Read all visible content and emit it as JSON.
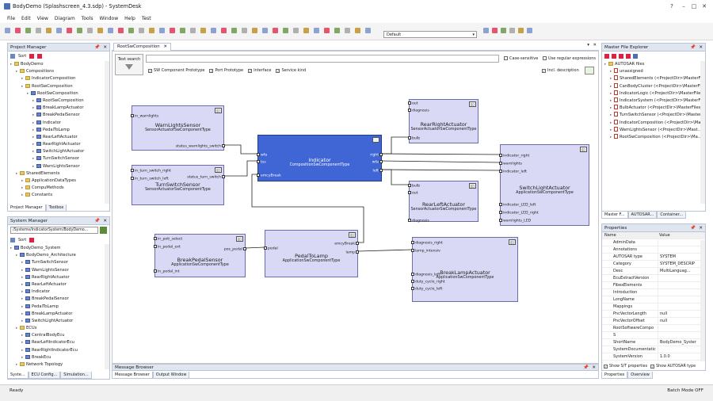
{
  "window": {
    "title": "BodyDemo (Splashscreen_4.3.sdp) - SystemDesk"
  },
  "menu": [
    "File",
    "Edit",
    "View",
    "Diagram",
    "Tools",
    "Window",
    "Help",
    "Test"
  ],
  "toolbar": {
    "default_select": "Default"
  },
  "project_manager": {
    "title": "Project Manager",
    "sort": "Sort",
    "items": [
      {
        "label": "BodyDemo",
        "level": 0,
        "icon": "folder"
      },
      {
        "label": "Compositions",
        "level": 1,
        "icon": "folder"
      },
      {
        "label": "IndicatorComposition",
        "level": 2,
        "icon": "folder"
      },
      {
        "label": "RootSwComposition",
        "level": 2,
        "icon": "folder"
      },
      {
        "label": "RootSwComposition",
        "level": 3,
        "icon": "component"
      },
      {
        "label": "RootSwComposition",
        "level": 4,
        "icon": "component"
      },
      {
        "label": "BreakLampActuator",
        "level": 4,
        "icon": "component"
      },
      {
        "label": "BreakPedalSensor",
        "level": 4,
        "icon": "component"
      },
      {
        "label": "Indicator",
        "level": 4,
        "icon": "component"
      },
      {
        "label": "PedalToLamp",
        "level": 4,
        "icon": "component"
      },
      {
        "label": "RearLeftActuator",
        "level": 4,
        "icon": "component"
      },
      {
        "label": "RearRightActuator",
        "level": 4,
        "icon": "component"
      },
      {
        "label": "SwitchLightActuator",
        "level": 4,
        "icon": "component"
      },
      {
        "label": "TurnSwitchSensor",
        "level": 4,
        "icon": "component"
      },
      {
        "label": "WarnLightsSensor",
        "level": 4,
        "icon": "component"
      },
      {
        "label": "SharedElements",
        "level": 1,
        "icon": "folder"
      },
      {
        "label": "ApplicationDataTypes",
        "level": 2,
        "icon": "folder"
      },
      {
        "label": "CompuMethods",
        "level": 2,
        "icon": "folder"
      },
      {
        "label": "Constants",
        "level": 2,
        "icon": "folder"
      }
    ],
    "tabs": [
      "Project Manager",
      "Toolbox"
    ]
  },
  "system_manager": {
    "title": "System Manager",
    "path": "/Systems/IndicatorSystem/BodyDemo...",
    "sort": "Sort",
    "items": [
      {
        "label": "BodyDemo_System",
        "level": 0,
        "icon": "component"
      },
      {
        "label": "BodyDemo_Architecture",
        "level": 1,
        "icon": "component"
      },
      {
        "label": "TurnSwitchSensor",
        "level": 2,
        "icon": "component"
      },
      {
        "label": "WarnLightsSensor",
        "level": 2,
        "icon": "component"
      },
      {
        "label": "RearRightActuator",
        "level": 2,
        "icon": "component"
      },
      {
        "label": "RearLeftActuator",
        "level": 2,
        "icon": "component"
      },
      {
        "label": "Indicator",
        "level": 2,
        "icon": "component"
      },
      {
        "label": "BreakPedalSensor",
        "level": 2,
        "icon": "component"
      },
      {
        "label": "PedalToLamp",
        "level": 2,
        "icon": "component"
      },
      {
        "label": "BreakLampActuator",
        "level": 2,
        "icon": "component"
      },
      {
        "label": "SwitchLightActuator",
        "level": 2,
        "icon": "component"
      },
      {
        "label": "ECUs",
        "level": 1,
        "icon": "folder"
      },
      {
        "label": "CentralBodyEcu",
        "level": 2,
        "icon": "component"
      },
      {
        "label": "RearLeftIndicatorEcu",
        "level": 2,
        "icon": "component"
      },
      {
        "label": "RearRightIndicatorEcu",
        "level": 2,
        "icon": "component"
      },
      {
        "label": "BreakEcu",
        "level": 2,
        "icon": "component"
      },
      {
        "label": "Network Topology",
        "level": 1,
        "icon": "folder"
      }
    ],
    "tabs": [
      "Syste...",
      "ECU Config...",
      "Simulation..."
    ]
  },
  "editor": {
    "tab": "RootSwComposition",
    "search_button": "Text search",
    "case_sensitive": "Case-sensitive",
    "regex": "Use regular expressions",
    "filters": [
      "SW Component Prototype",
      "Port Prototype",
      "Interface",
      "Service kind"
    ],
    "incl_description": "Incl. description",
    "boxes": [
      {
        "id": "warn",
        "name": "WarnLightsSensor",
        "type": "SensorActuatorSwComponentType",
        "ports": [
          {
            "label": "in_warnlights",
            "side": "left"
          },
          {
            "label": "status_warnlights_switch",
            "side": "right"
          }
        ]
      },
      {
        "id": "turn",
        "name": "TurnSwitchSensor",
        "type": "SensorActuatorSwComponentType",
        "ports": [
          {
            "label": "in_turn_switch_right",
            "side": "left"
          },
          {
            "label": "in_turn_switch_left",
            "side": "left"
          },
          {
            "label": "status_turn_switch",
            "side": "right"
          }
        ]
      },
      {
        "id": "ind",
        "name": "Indicator",
        "type": "CompositionSwComponentType",
        "ports": [
          {
            "label": "wfa",
            "side": "left"
          },
          {
            "label": "tss",
            "side": "left"
          },
          {
            "label": "emcyBreak",
            "side": "left"
          },
          {
            "label": "right",
            "side": "right"
          },
          {
            "label": "wfa",
            "side": "right"
          },
          {
            "label": "left",
            "side": "right"
          }
        ]
      },
      {
        "id": "rr",
        "name": "RearRightActuator",
        "type": "SensorActuatorSwComponentType",
        "ports": [
          {
            "label": "out",
            "side": "left"
          },
          {
            "label": "diagnosis",
            "side": "left"
          },
          {
            "label": "bulb",
            "side": "left"
          }
        ]
      },
      {
        "id": "sla",
        "name": "SwitchLightActuator",
        "type": "ApplicationSwComponentType",
        "ports": [
          {
            "label": "indicator_right",
            "side": "left"
          },
          {
            "label": "warnlights",
            "side": "left"
          },
          {
            "label": "indicator_left",
            "side": "left"
          },
          {
            "label": "indicator_LED_left",
            "side": "left"
          },
          {
            "label": "indicator_LED_right",
            "side": "left"
          },
          {
            "label": "warnlights_LED",
            "side": "left"
          }
        ]
      },
      {
        "id": "rl",
        "name": "RearLeftActuator",
        "type": "SensorActuatorSwComponentType",
        "ports": [
          {
            "label": "bulb",
            "side": "left"
          },
          {
            "label": "out",
            "side": "left"
          },
          {
            "label": "diagnosis",
            "side": "left"
          }
        ]
      },
      {
        "id": "bps",
        "name": "BreakPedalSensor",
        "type": "ApplicationSwComponentType",
        "ports": [
          {
            "label": "in_poti_select",
            "side": "left"
          },
          {
            "label": "in_pedal_ext",
            "side": "left"
          },
          {
            "label": "in_pedal_int",
            "side": "left"
          },
          {
            "label": "pos_pedal",
            "side": "right"
          }
        ]
      },
      {
        "id": "ptl",
        "name": "PedalToLamp",
        "type": "ApplicationSwComponentType",
        "ports": [
          {
            "label": "pedal",
            "side": "left"
          },
          {
            "label": "emcyBreak",
            "side": "right"
          },
          {
            "label": "lamp",
            "side": "right"
          }
        ]
      },
      {
        "id": "bla",
        "name": "BreakLampActuator",
        "type": "ApplicationSwComponentType",
        "ports": [
          {
            "label": "diagnosis_right",
            "side": "left"
          },
          {
            "label": "lamp_intensiv",
            "side": "left"
          },
          {
            "label": "diagnosis_left",
            "side": "left"
          },
          {
            "label": "duty_cycle_right",
            "side": "left"
          },
          {
            "label": "duty_cycle_left",
            "side": "left"
          }
        ]
      }
    ]
  },
  "master_file_explorer": {
    "title": "Master File Explorer",
    "items": [
      {
        "label": "AUTOSAR files",
        "level": 0,
        "icon": "folder"
      },
      {
        "label": "unassigned",
        "level": 1,
        "icon": "file"
      },
      {
        "label": "SharedElements (<ProjectDir>\\MasterF...",
        "level": 1,
        "icon": "file"
      },
      {
        "label": "CanBodyCluster (<ProjectDir>\\MasterFi...",
        "level": 1,
        "icon": "file"
      },
      {
        "label": "IndicatorLogic (<ProjectDir>\\MasterFile...",
        "level": 1,
        "icon": "file"
      },
      {
        "label": "IndicatorSystem (<ProjectDir>\\MasterF...",
        "level": 1,
        "icon": "file"
      },
      {
        "label": "BulbActuator (<ProjectDir>\\MasterFiles...",
        "level": 1,
        "icon": "file"
      },
      {
        "label": "TurnSwitchSensor (<ProjectDir>\\Master...",
        "level": 1,
        "icon": "file"
      },
      {
        "label": "IndicatorComposition (<ProjectDir>\\Ma...",
        "level": 1,
        "icon": "file"
      },
      {
        "label": "WarnLightsSensor (<ProjectDir>\\Mast...",
        "level": 1,
        "icon": "file"
      },
      {
        "label": "RootSwComposition (<ProjectDir>\\Ma...",
        "level": 1,
        "icon": "file"
      }
    ],
    "tabs": [
      "Master F...",
      "AUTOSAR...",
      "Container..."
    ]
  },
  "properties": {
    "title": "Properties",
    "col_name": "Name",
    "col_value": "Value",
    "rows": [
      {
        "name": "AdminData",
        "value": ""
      },
      {
        "name": "Annotations",
        "value": ""
      },
      {
        "name": "AUTOSAR type",
        "value": "SYSTEM"
      },
      {
        "name": "Category",
        "value": "SYSTEM_DESCRIP"
      },
      {
        "name": "Desc",
        "value": "MultiLanguag..."
      },
      {
        "name": "EcuExtractVersion",
        "value": ""
      },
      {
        "name": "FibexElements",
        "value": ""
      },
      {
        "name": "Introduction",
        "value": ""
      },
      {
        "name": "LongName",
        "value": ""
      },
      {
        "name": "Mappings",
        "value": ""
      },
      {
        "name": "PncVectorLength",
        "value": "null"
      },
      {
        "name": "PncVectorOffset",
        "value": "null"
      },
      {
        "name": "RootSoftwareCompo",
        "value": ""
      },
      {
        "name": "S",
        "value": ""
      },
      {
        "name": "ShortName",
        "value": "BodyDemo_Syster"
      },
      {
        "name": "SystemDocumentatic",
        "value": ""
      },
      {
        "name": "SystemVersion",
        "value": "1.0.0"
      }
    ],
    "show_st": "Show S/T properties",
    "show_autosar": "Show AUTOSAR type",
    "tabs": [
      "Properties",
      "Overview"
    ]
  },
  "message_browser": {
    "title": "Message Browser",
    "tabs": [
      "Message Browser",
      "Output Window"
    ]
  },
  "status": {
    "left": "Ready",
    "right": "Batch Mode OFF"
  }
}
